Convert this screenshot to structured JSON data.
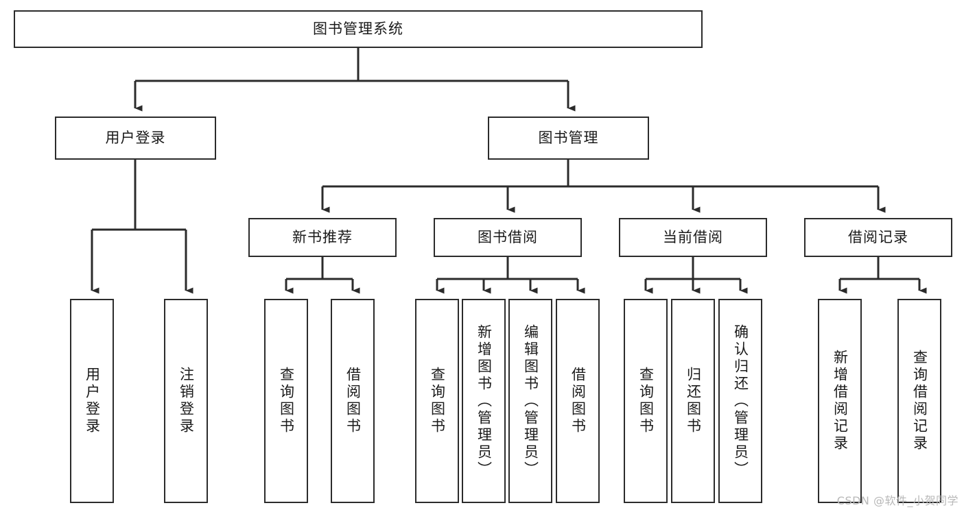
{
  "diagram": {
    "title": "图书管理系统",
    "watermark": "CSDN @软件_小贺同学",
    "colors": {
      "border": "#2b2b2b",
      "fill": "#ffffff",
      "line": "#2b2b2b",
      "text": "#1a1a1a",
      "watermark": "#b8b8b8"
    },
    "root": {
      "label": "图书管理系统"
    },
    "level1": [
      {
        "label": "用户登录"
      },
      {
        "label": "图书管理"
      }
    ],
    "level2": [
      {
        "label": "新书推荐"
      },
      {
        "label": "图书借阅"
      },
      {
        "label": "当前借阅"
      },
      {
        "label": "借阅记录"
      }
    ],
    "leaves": {
      "user_login": [
        {
          "label": "用户登录"
        },
        {
          "label": "注销登录"
        }
      ],
      "new_book": [
        {
          "label": "查询图书"
        },
        {
          "label": "借阅图书"
        }
      ],
      "book_borrow": [
        {
          "label": "查询图书"
        },
        {
          "label": "新增图书（管理员）"
        },
        {
          "label": "编辑图书（管理员）"
        },
        {
          "label": "借阅图书"
        }
      ],
      "current_borrow": [
        {
          "label": "查询图书"
        },
        {
          "label": "归还图书"
        },
        {
          "label": "确认归还（管理员）"
        }
      ],
      "borrow_record": [
        {
          "label": "新增借阅记录"
        },
        {
          "label": "查询借阅记录"
        }
      ]
    }
  }
}
